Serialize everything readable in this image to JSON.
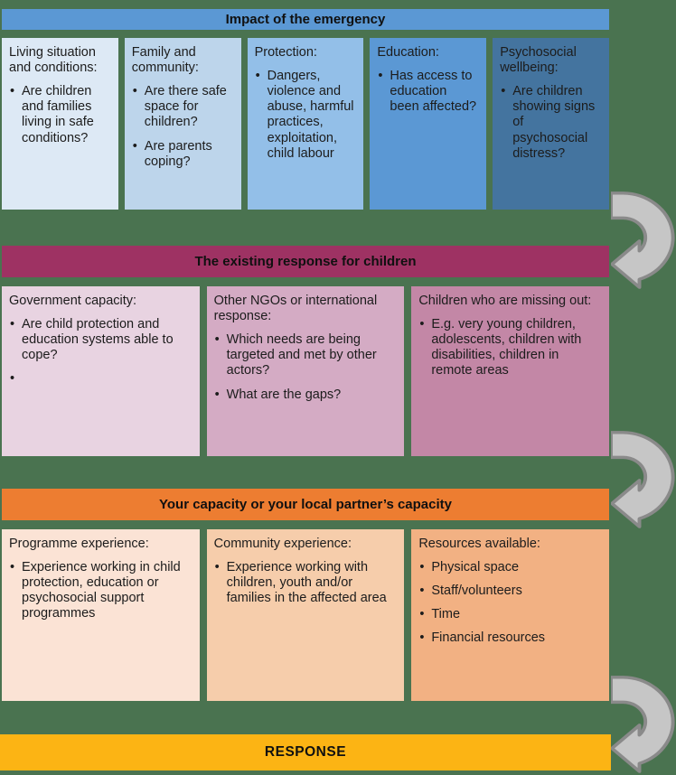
{
  "page": {
    "background": "#4a7350"
  },
  "sections": [
    {
      "id": "impact-of-emergency",
      "header": {
        "label": "Impact of the emergency",
        "bg": "#5b98d4"
      },
      "boxes": [
        {
          "title": "Living situation and conditions:",
          "bg": "#dde9f5",
          "bullets": [
            "Are children and families living in safe conditions?"
          ]
        },
        {
          "title": "Family and community:",
          "bg": "#bdd5eb",
          "bullets": [
            "Are there safe space for children?",
            "Are parents coping?"
          ]
        },
        {
          "title": "Protection:",
          "bg": "#93bfe8",
          "bullets": [
            "Dangers, violence and abuse, harmful practices, exploitation, child labour"
          ]
        },
        {
          "title": "Education:",
          "bg": "#5b98d4",
          "bullets": [
            "Has access to education been affected?"
          ]
        },
        {
          "title": "Psychosocial wellbeing:",
          "bg": "#44749f",
          "bullets": [
            "Are children showing signs of psychosocial distress?"
          ]
        }
      ]
    },
    {
      "id": "existing-response",
      "header": {
        "label": "The existing response for children",
        "bg": "#9e3263"
      },
      "boxes": [
        {
          "title": "Government capacity:",
          "bg": "#e8d3e1",
          "bullets": [
            "Are child protection and education systems able to cope?",
            ""
          ]
        },
        {
          "title": "Other NGOs or international response:",
          "bg": "#d4abc4",
          "bullets": [
            "Which needs are being targeted and met by other actors?",
            "What are the gaps?"
          ]
        },
        {
          "title": "Children who are missing out:",
          "bg": "#c387a6",
          "bullets": [
            "E.g. very young children, adolescents, children with disabilities, children in remote areas"
          ]
        }
      ]
    },
    {
      "id": "your-capacity",
      "header": {
        "label": "Your capacity or your local partner’s capacity",
        "bg": "#ed7d31"
      },
      "boxes": [
        {
          "title": "Programme experience:",
          "bg": "#fbe3d5",
          "bullets": [
            "Experience working in child protection, education or psychosocial support programmes"
          ]
        },
        {
          "title": "Community experience:",
          "bg": "#f6cdab",
          "bullets": [
            "Experience working with children, youth and/or families in the affected area"
          ]
        },
        {
          "title": "Resources available:",
          "bg": "#f2b183",
          "bullets": [
            "Physical space",
            "Staff/volunteers",
            "Time",
            "Financial resources"
          ]
        }
      ]
    }
  ],
  "response_bar": {
    "label": "RESPONSE",
    "bg": "#fcb414"
  },
  "arrow": {
    "fill": "#c6c6c6",
    "stroke": "#8a8a8a"
  }
}
